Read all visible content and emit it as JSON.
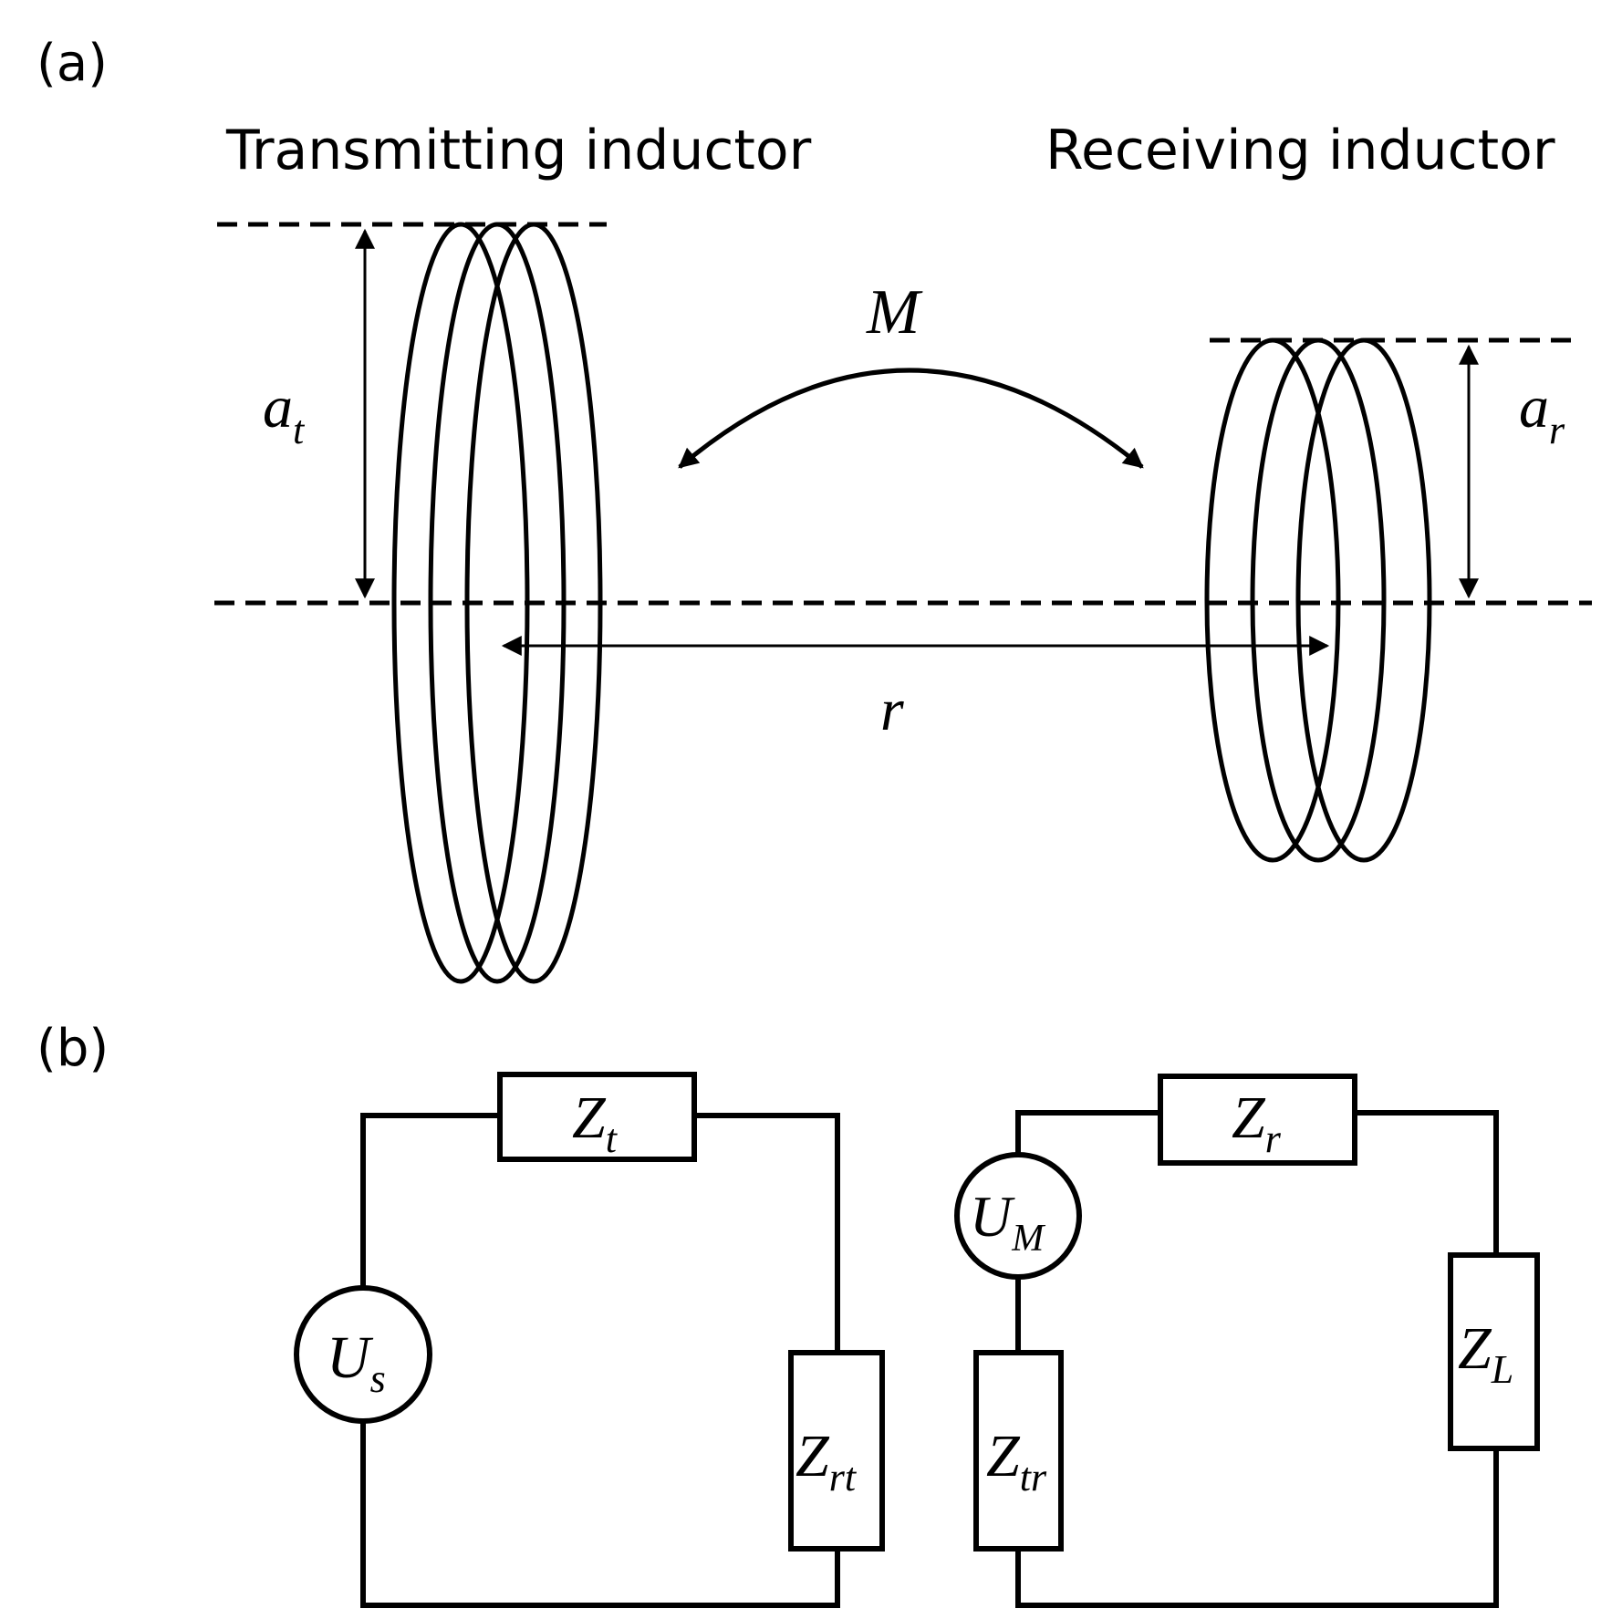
{
  "panel_a": {
    "label": "(a)",
    "transmitting_title": "Transmitting inductor",
    "receiving_title": "Receiving inductor",
    "mutual": "M",
    "distance": "r",
    "radius_t": {
      "main": "a",
      "sub": "t"
    },
    "radius_r": {
      "main": "a",
      "sub": "r"
    }
  },
  "panel_b": {
    "label": "(b)",
    "Zt": {
      "main": "Z",
      "sub": "t"
    },
    "Us": {
      "main": "U",
      "sub": "s"
    },
    "Zrt": {
      "main": "Z",
      "sub": "rt"
    },
    "UM": {
      "main": "U",
      "sub": "M"
    },
    "Zr": {
      "main": "Z",
      "sub": "r"
    },
    "Ztr": {
      "main": "Z",
      "sub": "tr"
    },
    "ZL": {
      "main": "Z",
      "sub": "L"
    }
  },
  "colors": {
    "ink": "#000000",
    "background": "#ffffff"
  }
}
